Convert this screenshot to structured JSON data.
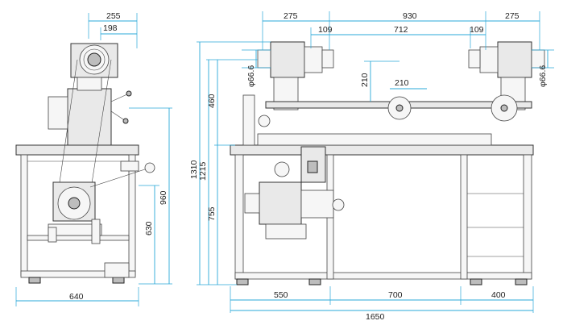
{
  "drawing": {
    "side_view": {
      "dims": {
        "top_outer": "255",
        "top_inner": "198",
        "base_width": "640",
        "height_overall": "960",
        "height_lower": "630"
      }
    },
    "front_view": {
      "dims": {
        "top_left": "275",
        "top_middle": "930",
        "top_right": "275",
        "inner_left": "109",
        "inner_middle": "712",
        "inner_right": "109",
        "vertical_210": "210",
        "horizontal_210": "210",
        "dia_left": "φ66.6",
        "dia_right": "φ66.6",
        "height_1310": "1310",
        "height_1215": "1215",
        "height_755": "755",
        "height_460": "460",
        "bottom_550": "550",
        "bottom_700": "700",
        "bottom_400": "400",
        "bottom_total": "1650"
      }
    },
    "colors": {
      "dimension": "#2aa8d8",
      "linework": "#333333"
    }
  }
}
